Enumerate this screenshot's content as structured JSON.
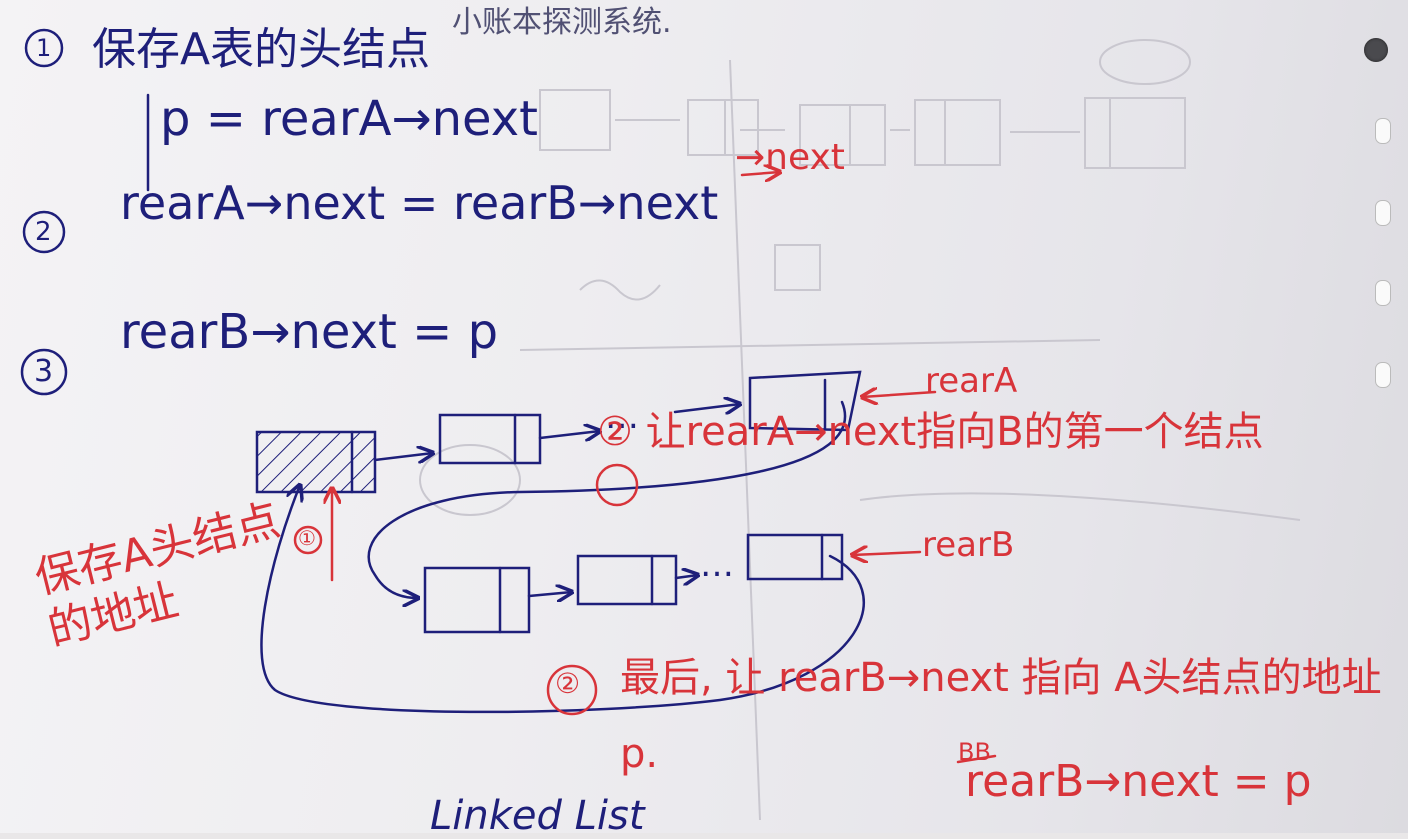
{
  "top_bleed": "小账本探测系统.",
  "steps": [
    {
      "num": "1",
      "label": "保存A表的头结点",
      "code": "p = rearA→next"
    },
    {
      "num": "2",
      "code": "rearA→next = rearB→next",
      "correction": "→next"
    },
    {
      "num": "3",
      "code": "rearB→next = p"
    }
  ],
  "diagram": {
    "ellipsis": "…",
    "rearA_label": "rearA",
    "rearB_label": "rearB",
    "marker_1": "①",
    "head_note": "保存A头结点的地址",
    "note_2": "② 让rearA→next指向B的第一个结点",
    "marker_2": "②",
    "final_note": "最后, 让 rearB→next 指向 A头结点的地址p.",
    "final_code": "rearB→next = p",
    "struck_word": "BB"
  },
  "bottom_bleed": "Linked List"
}
